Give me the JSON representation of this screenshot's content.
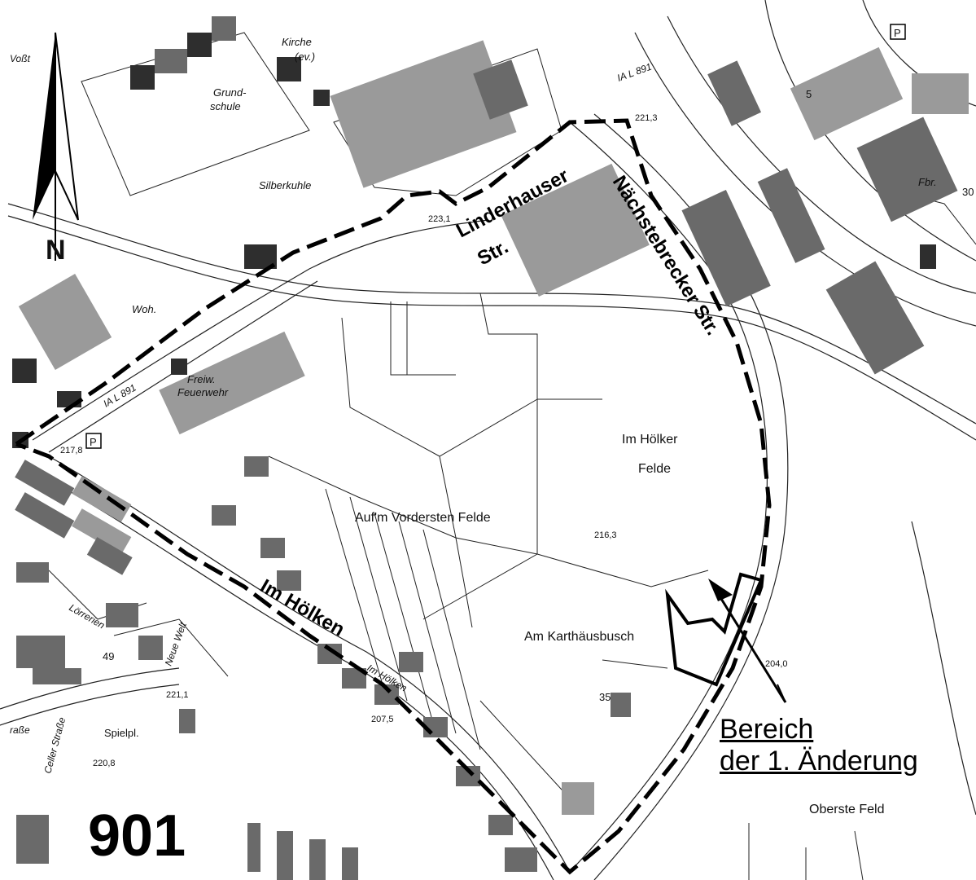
{
  "map": {
    "plan_number": "901",
    "change_area_label_line1": "Bereich",
    "change_area_label_line2": "der 1. Änderung",
    "north_letter": "N",
    "streets": {
      "linderhauser_line1": "Linderhauser",
      "linderhauser_line2": "Str.",
      "naechstebrecker": "Nächstebrecker Str.",
      "im_hoelken": "Im Hölken",
      "im_hoelken_small": "Im Hölken",
      "l891_upper": "IA  L 891",
      "l891_lower": "IA  L 891",
      "loerrerien": "Lörrerien",
      "neue_welt": "Neue Welt",
      "celler_strasse": "Celler Straße",
      "strasse_left": "raße",
      "voss": "Voßt"
    },
    "field_names": {
      "im_hoelker_felde_line1": "Im Hölker",
      "im_hoelker_felde_line2": "Felde",
      "vordersten_felde": "Auf'm Vordersten Felde",
      "karthausbusch": "Am Karthäusbusch",
      "oberste_feld": "Oberste Feld"
    },
    "buildings": {
      "kirche": "Kirche",
      "kirche_ev": "(ev.)",
      "grundschule_line1": "Grund-",
      "grundschule_line2": "schule",
      "silberkuhle": "Silberkuhle",
      "woh": "Woh.",
      "feuerwehr_line1": "Freiw.",
      "feuerwehr_line2": "Feuerwehr",
      "fbr": "Fbr.",
      "spielpl": "Spielpl.",
      "parking_top": "P",
      "parking_left": "P",
      "number_5": "5",
      "number_30": "30",
      "number_49": "49",
      "number_35": "35"
    },
    "heights": {
      "h1": "221,3",
      "h2": "223,1",
      "h3": "217,8",
      "h4": "216,3",
      "h5": "204,0",
      "h6": "221,1",
      "h7": "207,5",
      "h8": "220,8"
    }
  }
}
